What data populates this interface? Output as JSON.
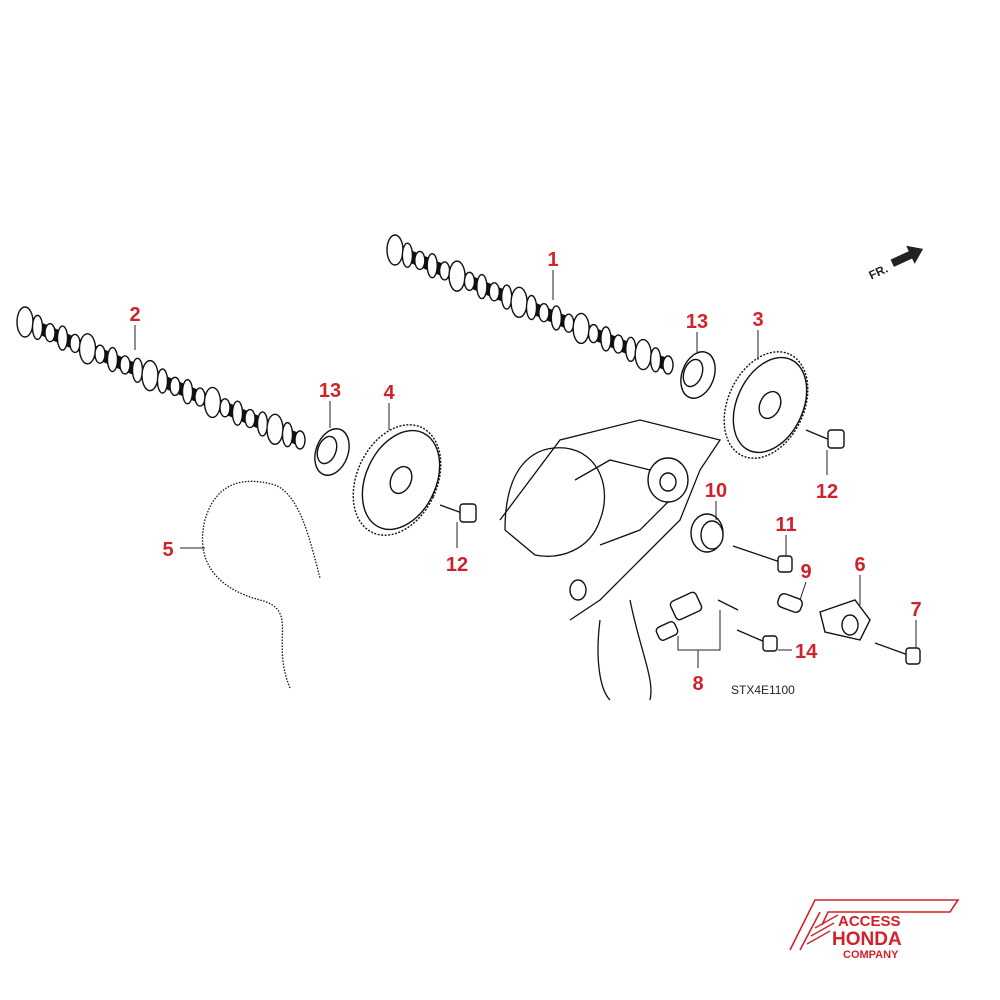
{
  "diagram": {
    "orientation_label": "FR.",
    "code": "STX4E1100",
    "callouts": [
      {
        "id": "1",
        "part": "camshaft-1"
      },
      {
        "id": "2",
        "part": "camshaft-2"
      },
      {
        "id": "3",
        "part": "pulley-3"
      },
      {
        "id": "4",
        "part": "pulley-4"
      },
      {
        "id": "5",
        "part": "timing-belt"
      },
      {
        "id": "6",
        "part": "tensioner"
      },
      {
        "id": "7",
        "part": "bolt-7"
      },
      {
        "id": "8",
        "part": "auto-tensioner"
      },
      {
        "id": "9",
        "part": "collar"
      },
      {
        "id": "10",
        "part": "idler-pulley"
      },
      {
        "id": "11",
        "part": "bolt-11"
      },
      {
        "id": "12",
        "part": "bolt-12-right"
      },
      {
        "id": "12",
        "part": "bolt-12-left"
      },
      {
        "id": "13",
        "part": "oil-seal-right"
      },
      {
        "id": "13",
        "part": "oil-seal-left"
      },
      {
        "id": "14",
        "part": "bolt-14"
      }
    ]
  },
  "logo": {
    "line1": "ACCESS",
    "line2": "HONDA",
    "line3": "COMPANY",
    "color": "#d1222b"
  }
}
